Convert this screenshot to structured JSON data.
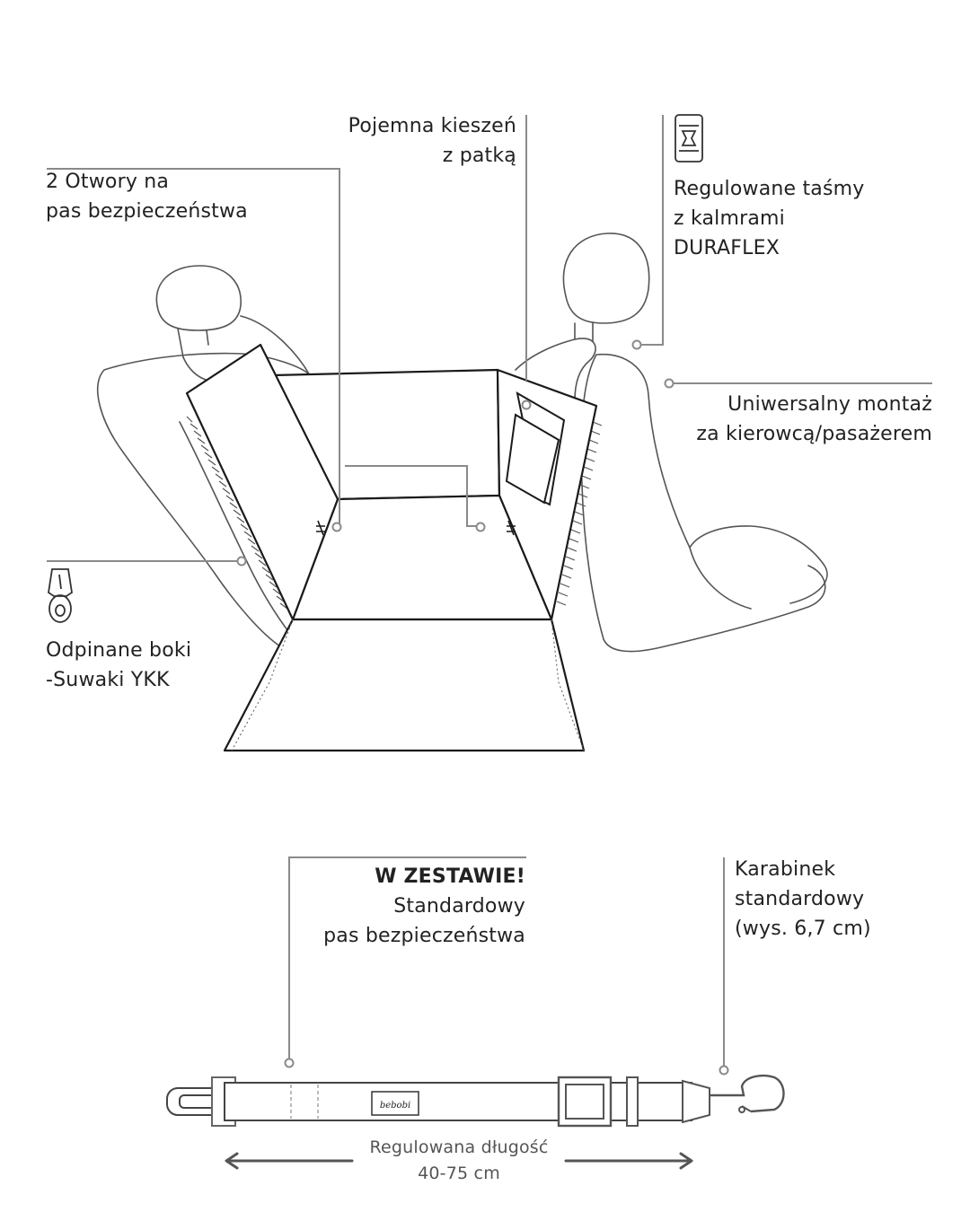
{
  "colors": {
    "outline": "#1a1a1a",
    "leader": "#8a8a8a",
    "seat": "#555555",
    "text": "#222222"
  },
  "labels": {
    "seatbelt_holes": [
      "2 Otwory na",
      "pas bezpieczeństwa"
    ],
    "pocket": [
      "Pojemna kieszeń",
      "z patką"
    ],
    "straps": [
      "Regulowane taśmy",
      "z kalmrami",
      "DURAFLEX"
    ],
    "mount": [
      "Uniwersalny montaż",
      "za kierowcą/pasażerem"
    ],
    "zippers": [
      "Odpinane boki",
      "-Suwaki YKK"
    ],
    "kit_heading": "W ZESTAWIE!",
    "kit_belt": [
      "Standardowy",
      "pas bezpieczeństwa"
    ],
    "carabiner": [
      "Karabinek",
      "standardowy",
      "(wys. 6,7 cm)"
    ],
    "length": [
      "Regulowana długość",
      "40-75 cm"
    ]
  },
  "icons": {
    "buckle": "side-release-buckle-icon",
    "zipper": "zipper-pull-icon",
    "logo": "brand-logo"
  }
}
